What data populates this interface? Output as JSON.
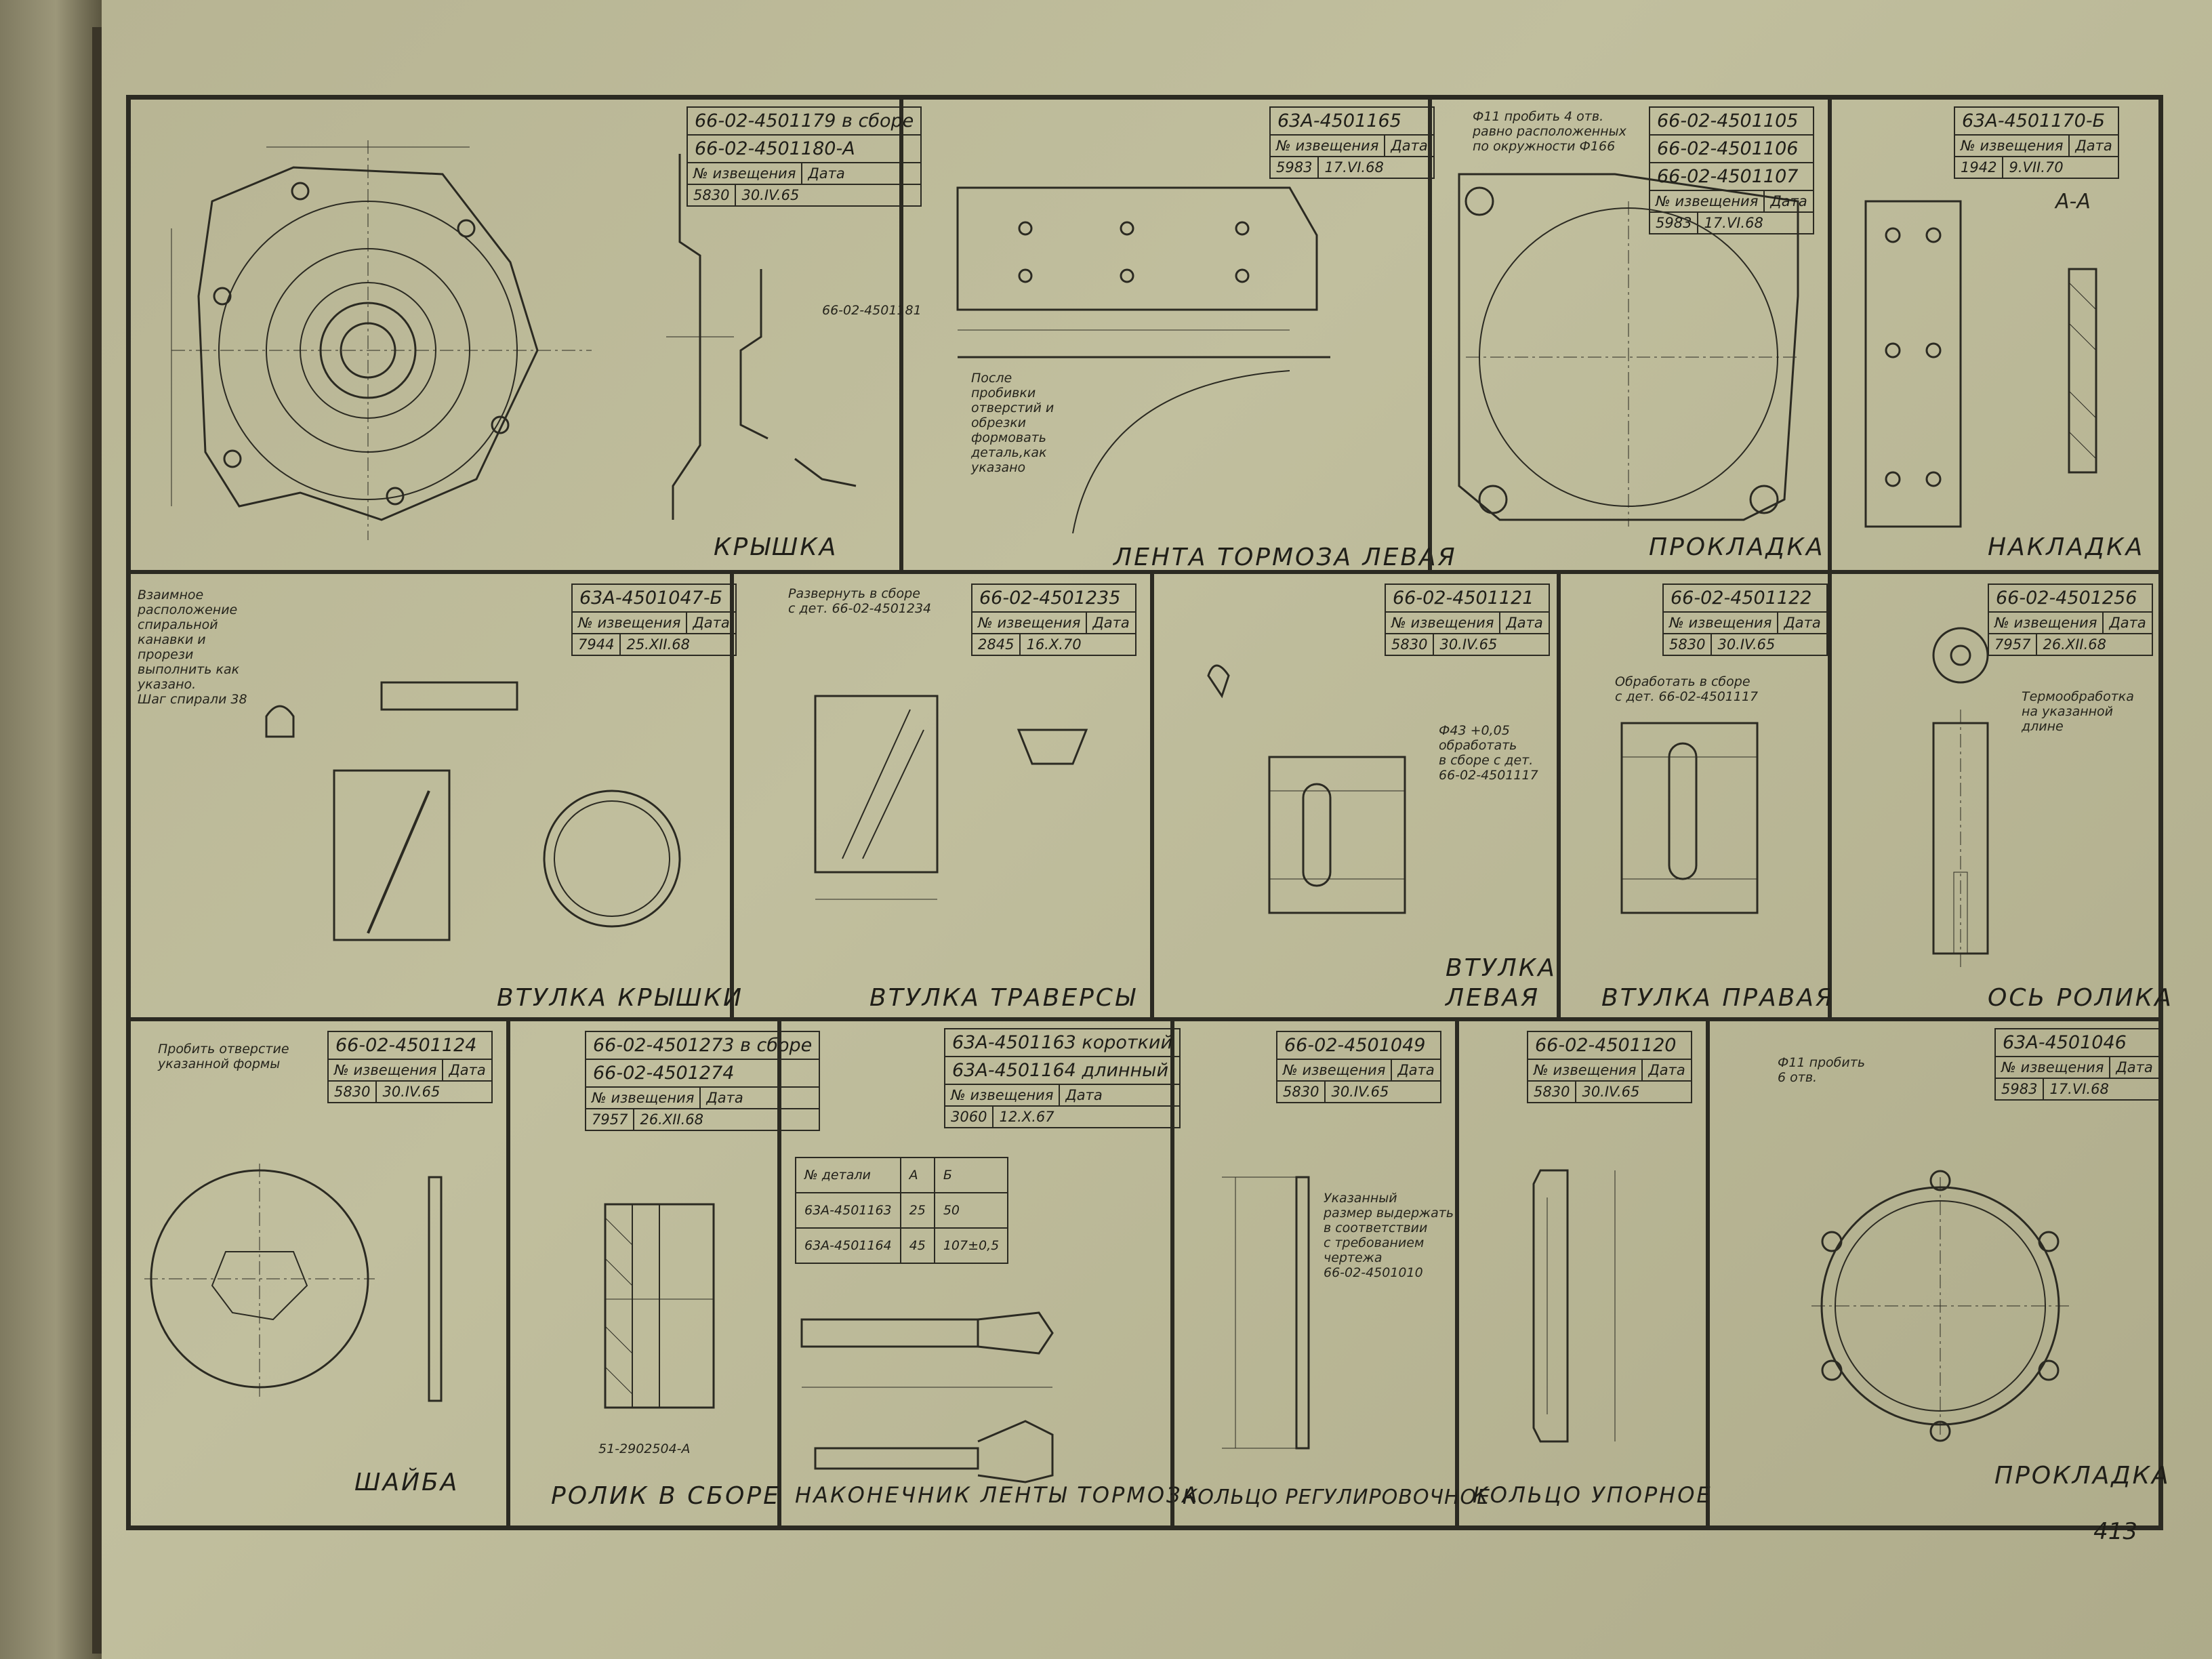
{
  "page_number": "413",
  "colors": {
    "paper": "#bebb9a",
    "ink": "#2b2a22"
  },
  "cells": {
    "kryshka": {
      "title": "КРЫШКА",
      "codes": [
        "66-02-4501179 в сборе",
        "66-02-4501180-А"
      ],
      "hdr": [
        "№ извещения",
        "Дата"
      ],
      "vals": [
        "5830",
        "30.IV.65"
      ],
      "note": "66-02-4501181"
    },
    "lenta": {
      "title": "ЛЕНТА ТОРМОЗА ЛЕВАЯ",
      "codes": [
        "63А-4501165"
      ],
      "hdr": [
        "№ извещения",
        "Дата"
      ],
      "vals": [
        "5983",
        "17.VI.68"
      ],
      "note": "После\nпробивки\nотверстий и\nобрезки\nформовать\nдеталь,как\nуказано"
    },
    "prokladka1": {
      "title": "ПРОКЛАДКА",
      "codes": [
        "66-02-4501105",
        "66-02-4501106",
        "66-02-4501107"
      ],
      "hdr": [
        "№ извещения",
        "Дата"
      ],
      "vals": [
        "5983",
        "17.VI.68"
      ],
      "note": "Ф11 пробить 4 отв.\nравно расположенных\nпо окружности Ф166"
    },
    "nakladka": {
      "title": "НАКЛАДКА",
      "codes": [
        "63А-4501170-Б"
      ],
      "hdr": [
        "№ извещения",
        "Дата"
      ],
      "vals": [
        "1942",
        "9.VII.70"
      ],
      "note": "А-А"
    },
    "vtulka_kryshki": {
      "title": "ВТУЛКА КРЫШКИ",
      "codes": [
        "63А-4501047-Б"
      ],
      "hdr": [
        "№ извещения",
        "Дата"
      ],
      "vals": [
        "7944",
        "25.XII.68"
      ],
      "note": "Взаимное\nрасположение\nспиральной\nканавки и\nпрорези\nвыполнить как\nуказано.\nШаг спирали 38"
    },
    "vtulka_traversy": {
      "title": "ВТУЛКА ТРАВЕРСЫ",
      "codes": [
        "66-02-4501235"
      ],
      "hdr": [
        "№ извещения",
        "Дата"
      ],
      "vals": [
        "2845",
        "16.X.70"
      ],
      "note": "Развернуть в сборе\nс дет. 66-02-4501234"
    },
    "vtulka_levaya": {
      "title": "ВТУЛКА\nЛЕВАЯ",
      "codes": [
        "66-02-4501121"
      ],
      "hdr": [
        "№ извещения",
        "Дата"
      ],
      "vals": [
        "5830",
        "30.IV.65"
      ],
      "note": "Ф43 +0,05\nобработать\nв сборе с дет.\n66-02-4501117"
    },
    "vtulka_pravaya": {
      "title": "ВТУЛКА ПРАВАЯ",
      "codes": [
        "66-02-4501122"
      ],
      "hdr": [
        "№ извещения",
        "Дата"
      ],
      "vals": [
        "5830",
        "30.IV.65"
      ],
      "note": "Обработать в сборе\nс дет. 66-02-4501117"
    },
    "os_rolika": {
      "title": "ОСЬ РОЛИКА",
      "codes": [
        "66-02-4501256"
      ],
      "hdr": [
        "№ извещения",
        "Дата"
      ],
      "vals": [
        "7957",
        "26.XII.68"
      ],
      "note": "Термообработка\nна указанной\nдлине"
    },
    "shaiba": {
      "title": "ШАЙБА",
      "codes": [
        "66-02-4501124"
      ],
      "hdr": [
        "№ извещения",
        "Дата"
      ],
      "vals": [
        "5830",
        "30.IV.65"
      ],
      "note": "Пробить отверстие\nуказанной формы"
    },
    "rolik": {
      "title": "РОЛИК В СБОРЕ",
      "codes": [
        "66-02-4501273 в сборе",
        "66-02-4501274"
      ],
      "hdr": [
        "№ извещения",
        "Дата"
      ],
      "vals": [
        "7957",
        "26.XII.68"
      ],
      "note": "51-2902504-А"
    },
    "nakonechnik": {
      "title": "НАКОНЕЧНИК ЛЕНТЫ ТОРМОЗА",
      "codes": [
        "63А-4501163 короткий",
        "63А-4501164 длинный"
      ],
      "hdr": [
        "№ извещения",
        "Дата"
      ],
      "vals": [
        "3060",
        "12.X.67"
      ],
      "table": {
        "header": [
          "№ детали",
          "А",
          "Б"
        ],
        "rows": [
          [
            "63А-4501163",
            "25",
            "50"
          ],
          [
            "63А-4501164",
            "45",
            "107±0,5"
          ]
        ]
      }
    },
    "kolco_reg": {
      "title": "КОЛЬЦО РЕГУЛИРОВОЧНОЕ",
      "codes": [
        "66-02-4501049"
      ],
      "hdr": [
        "№ извещения",
        "Дата"
      ],
      "vals": [
        "5830",
        "30.IV.65"
      ],
      "note": "Указанный\nразмер выдержать\nв соответствии\nс требованием\nчертежа\n66-02-4501010"
    },
    "kolco_upor": {
      "title": "КОЛЬЦО УПОРНОЕ",
      "codes": [
        "66-02-4501120"
      ],
      "hdr": [
        "№ извещения",
        "Дата"
      ],
      "vals": [
        "5830",
        "30.IV.65"
      ]
    },
    "prokladka2": {
      "title": "ПРОКЛАДКА",
      "codes": [
        "63А-4501046"
      ],
      "hdr": [
        "№ извещения",
        "Дата"
      ],
      "vals": [
        "5983",
        "17.VI.68"
      ],
      "note": "Ф11 пробить\n6 отв."
    }
  }
}
